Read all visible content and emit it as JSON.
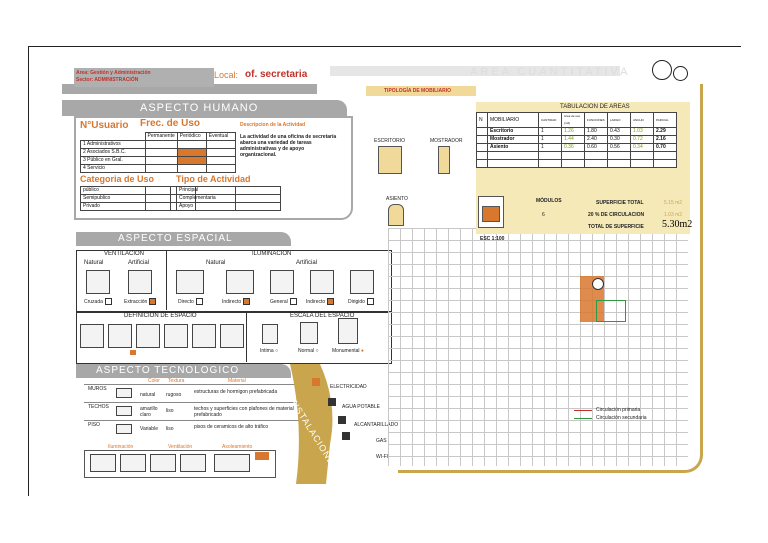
{
  "title_block": {
    "area_label": "Area: Gestión y Administración",
    "sector_label": "Sector: ADMINISTRACIÓN",
    "local_label": "Local:",
    "local_value": "of. secretaria",
    "faded_header": "AREA CUANTITATIVA"
  },
  "aspecto_humano": {
    "title": "ASPECTO HUMANO",
    "usuario_title": "N°Usuario",
    "frec_title": "Frec. de Uso",
    "frec_cols": [
      "Permanente",
      "Periódico",
      "Eventual"
    ],
    "usuarios": [
      {
        "n": "1",
        "name": "Administrativos",
        "fill": [
          false,
          false,
          false
        ]
      },
      {
        "n": "2",
        "name": "Asociados S.B.C.",
        "fill": [
          false,
          true,
          false
        ]
      },
      {
        "n": "3",
        "name": "Público en Gral.",
        "fill": [
          false,
          true,
          false
        ]
      },
      {
        "n": "4",
        "name": "Servicio",
        "fill": [
          false,
          false,
          false
        ]
      }
    ],
    "descripcion_title": "Descripcion de la Actividad",
    "descripcion_text": "La actividad de una oficina de secretaría abarca una variedad de tareas administrativas y de apoyo organizacional.",
    "categoria_title": "Categoria de Uso",
    "categorias": [
      "público",
      "Semipublico",
      "Privado"
    ],
    "tipo_title": "Tipo de Actividad",
    "tipos": [
      "Principal",
      "Complementaria",
      "Apoyo"
    ]
  },
  "aspecto_espacial": {
    "title": "ASPECTO ESPACIAL",
    "ventilacion_title": "VENTILACION",
    "iluminacion_title": "ILUMINACION",
    "natural": "Natural",
    "artificial": "Artificial",
    "vent_options": [
      {
        "label": "Cruzada",
        "on": false
      },
      {
        "label": "Extracción",
        "on": true
      }
    ],
    "ilum_nat_options": [
      {
        "label": "Directo",
        "on": false
      },
      {
        "label": "Indirecto",
        "on": true
      }
    ],
    "ilum_art_options": [
      {
        "label": "General",
        "on": false
      },
      {
        "label": "Indirecto",
        "on": true
      },
      {
        "label": "Dirigido",
        "on": false
      }
    ],
    "definicion_title": "DEFINICION DE ESPACIO",
    "escala_title": "ESCALA DEL ESPACIO",
    "escala_options": [
      {
        "label": "Intima",
        "on": false
      },
      {
        "label": "Normal",
        "on": false
      },
      {
        "label": "Monumental",
        "on": true
      }
    ]
  },
  "aspecto_tecnologico": {
    "title": "ASPECTO TECNOLOGICO",
    "cols": [
      "Color",
      "Textura",
      "Material"
    ],
    "rows": [
      {
        "label": "MUROS",
        "color": "natural",
        "textura": "rugoso",
        "material": "estructuras de hormigon prefabricada"
      },
      {
        "label": "TECHOS",
        "color": "amarillo claro",
        "textura": "liso",
        "material": "techos y superficies con plafones de material prefabricado"
      },
      {
        "label": "PISO",
        "color": "Variable",
        "textura": "liso",
        "material": "pisos de ceramicos de alto tráfico"
      }
    ],
    "bottom_titles": [
      "Iluminación",
      "Ventilación",
      "Asoleamiento"
    ],
    "instalaciones_title": "INSTALACIONES",
    "instalaciones": [
      "ELECTRICIDAD",
      "AGUA POTABLE",
      "ALCANTARILLADO",
      "GAS",
      "WI-FI"
    ]
  },
  "mobiliario": {
    "title": "TIPOLOGÍA DE MOBILIARIO",
    "labels": [
      "ESCRITORIO",
      "MOSTRADOR",
      "ASIENTO"
    ],
    "tabulacion_title": "TABULACION DE AREAS",
    "headers": [
      "N",
      "MOBILIARIO",
      "CANTIDAD",
      "Area de uso (m2)",
      "FUNCIONES",
      "LARGO",
      "ANCHO",
      "AREA (m2)",
      "PARCIAL"
    ],
    "rows": [
      {
        "name": "Escritorio",
        "cant": "1",
        "a": "1.26",
        "b": "1.80",
        "c": "0.43",
        "d": "1.03",
        "total": "2.29"
      },
      {
        "name": "Mostrador",
        "cant": "1",
        "a": "1.44",
        "b": "2.40",
        "c": "0.30",
        "d": "0.72",
        "total": "2.16"
      },
      {
        "name": "Asiento",
        "cant": "1",
        "a": "0.36",
        "b": "0.60",
        "c": "0.56",
        "d": "0.34",
        "total": "0.70"
      }
    ],
    "modulos_label": "MÓDULOS",
    "modulos_value": "6",
    "sup_total_label": "SUPERFICIE TOTAL",
    "sup_total_value": "5.15 m2",
    "circulacion_label": "20 % DE CIRCULACION",
    "circulacion_value": "1.03 m2",
    "total_label": "TOTAL DE SUPERFICIE",
    "total_value": "5.30m2",
    "escala": "ESC 1:100",
    "legend_1": "Circulación primaria",
    "legend_2": "Circulación secundaria"
  },
  "colors": {
    "accent": "#d8772e",
    "band": "#a8a8a8",
    "gold": "#c9a64e"
  }
}
